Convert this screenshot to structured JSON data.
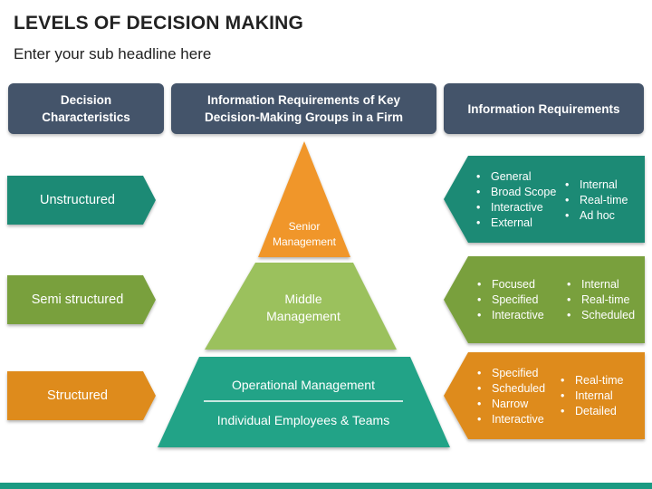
{
  "title": "LEVELS OF DECISION MAKING",
  "subtitle": "Enter your sub headline here",
  "headers": {
    "decision_characteristics": "Decision Characteristics",
    "key_groups": "Information Requirements of Key Decision-Making Groups in a Firm",
    "info_requirements": "Information Requirements"
  },
  "characteristics": [
    "Unstructured",
    "Semi structured",
    "Structured"
  ],
  "pyramid": {
    "senior": "Senior Management",
    "middle": "Middle Management",
    "operational": "Operational Management",
    "individual": "Individual Employees & Teams"
  },
  "requirements": {
    "unstructured": {
      "col1": [
        "General",
        "Broad Scope",
        "Interactive",
        "External"
      ],
      "col2": [
        "Internal",
        "Real-time",
        "Ad hoc"
      ]
    },
    "semi_structured": {
      "col1": [
        "Focused",
        "Specified",
        "Interactive"
      ],
      "col2": [
        "Internal",
        "Real-time",
        "Scheduled"
      ]
    },
    "structured": {
      "col1": [
        "Specified",
        "Scheduled",
        "Narrow",
        "Interactive"
      ],
      "col2": [
        "Real-time",
        "Internal",
        "Detailed"
      ]
    }
  },
  "colors": {
    "teal": "#1a8a74",
    "green": "#79a03c",
    "orange": "#de8b1d",
    "header": "#44546a",
    "pyramid_top": "#f0962a",
    "pyramid_middle": "#9bc15d",
    "pyramid_base": "#23a387"
  }
}
